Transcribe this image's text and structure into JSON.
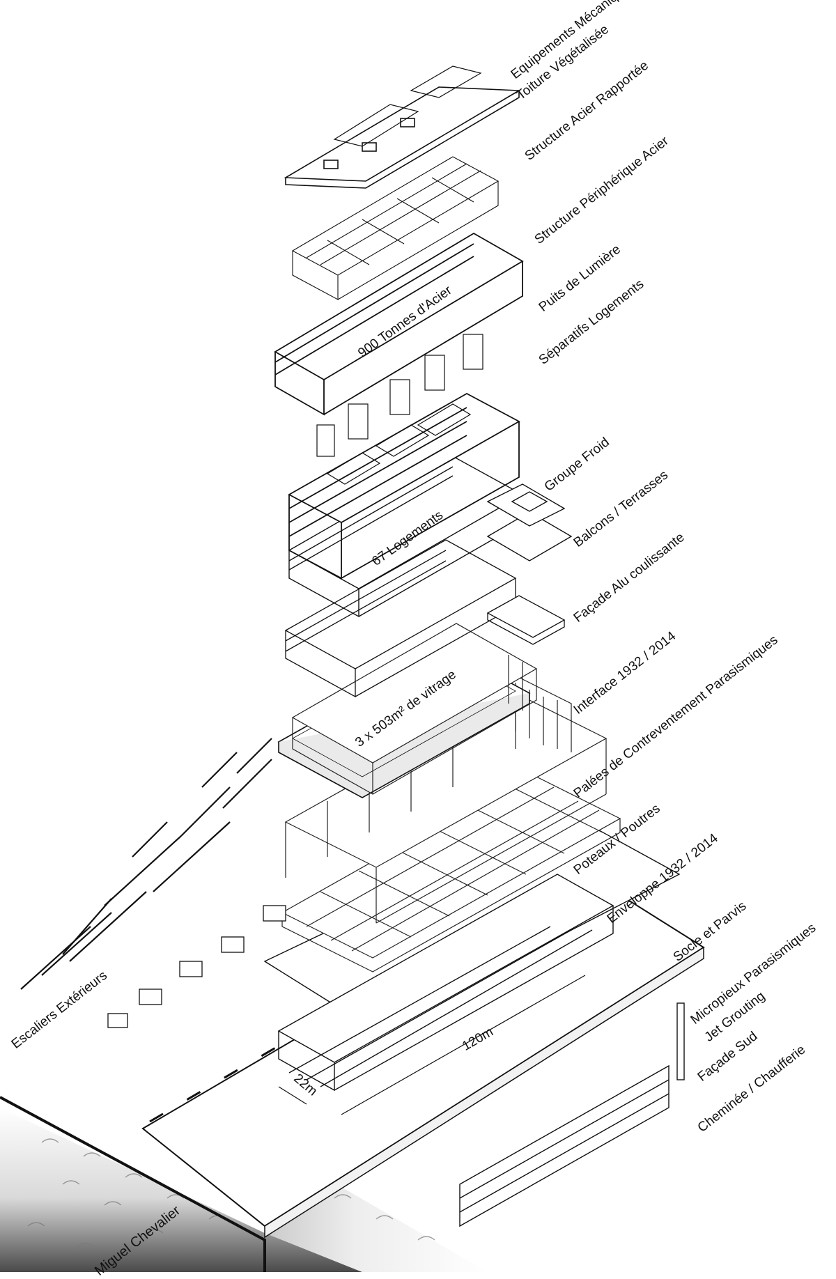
{
  "layers": [
    "Equipements Mécaniques",
    "Toiture Végétalisée",
    "Structure Acier Rapportée",
    "Structure Périphérique Acier",
    "Puits de Lumière",
    "Séparatifs Logements",
    "Groupe Froid",
    "Balcons / Terrasses",
    "Façade Alu coulissante",
    "Interface 1932 / 2014",
    "Palées de Contreventement Parasismiques",
    "Poteaux / Poutres",
    "Enveloppe 1932 / 2014",
    "Socle et Parvis",
    "Micropieux Parasismiques",
    "Jet Grouting",
    "Façade Sud",
    "Cheminée  / Chaufferie"
  ],
  "side_labels": {
    "stairs": "Escaliers Extérieurs",
    "street": "Miguel Chevalier"
  },
  "annotations": {
    "steel": "900 Tonnes d'Acier",
    "housing": "67 Logements",
    "glazing": "3 x 503m² de vitrage"
  },
  "dimensions": {
    "length": "120m",
    "width": "22m"
  }
}
